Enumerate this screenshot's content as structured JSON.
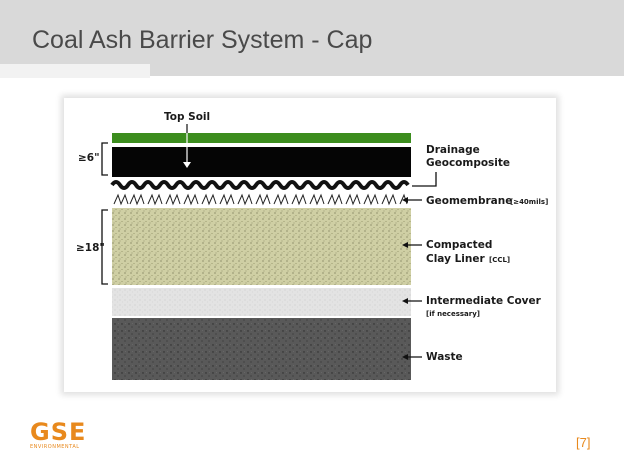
{
  "slide": {
    "title": "Coal Ash Barrier System - Cap",
    "page_number": "[7]"
  },
  "logo": {
    "name": "GSE",
    "subtitle": "ENVIRONMENTAL"
  },
  "diagram": {
    "dimensions": {
      "top": "≥6\"",
      "bottom": "≥18\""
    },
    "labels": {
      "top_soil": "Top Soil",
      "drainage_line1": "Drainage",
      "drainage_line2": "Geocomposite",
      "geomembrane": "Geomembrane",
      "geomembrane_note": "[≥40mils]",
      "clay_line1": "Compacted",
      "clay_line2": "Clay Liner",
      "clay_note": "[CCL]",
      "intermediate": "Intermediate Cover",
      "intermediate_note": "[if necessary]",
      "waste": "Waste"
    },
    "layer_colors": {
      "topsoil": "#3c8d1e",
      "drainage": "#050505",
      "clay": "#cfcfa4",
      "intermediate": "#e3e3e3",
      "waste": "#595959"
    }
  }
}
